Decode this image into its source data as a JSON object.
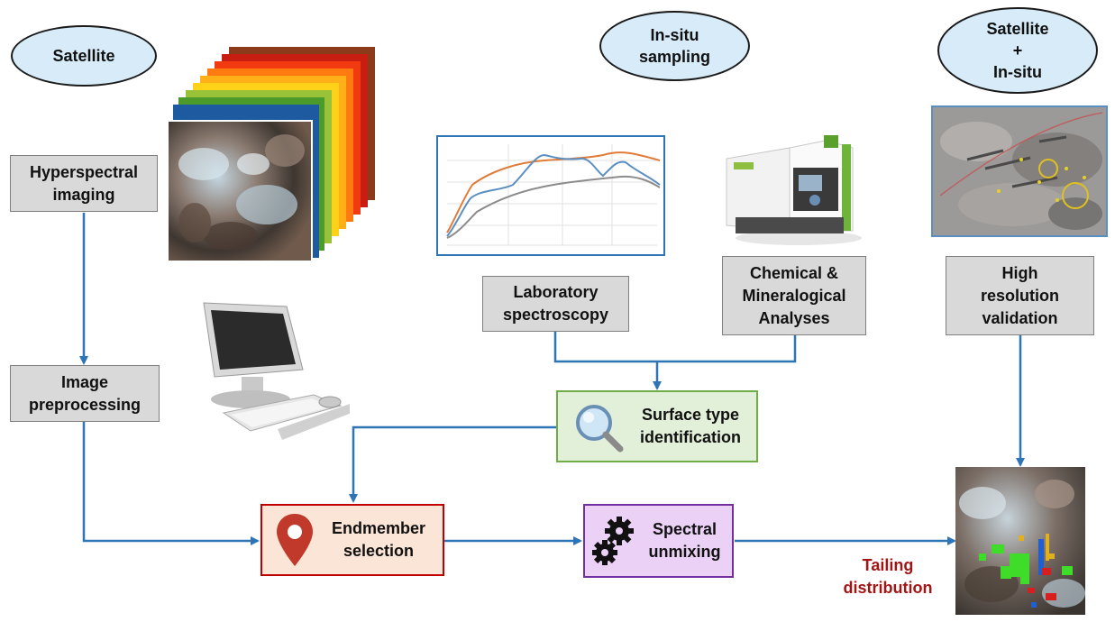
{
  "ovals": {
    "satellite": "Satellite",
    "insitu": "In-situ\nsampling",
    "combined": "Satellite\n+\nIn-situ"
  },
  "boxes": {
    "hyperspectral": "Hyperspectral\nimaging",
    "preprocessing": "Image\npreprocessing",
    "lab_spectroscopy": "Laboratory\nspectroscopy",
    "chem_analyses": "Chemical &\nMineralogical\nAnalyses",
    "validation": "High\nresolution\nvalidation",
    "surface_type": "Surface type\nidentification",
    "endmember": "Endmember\nselection",
    "unmixing": "Spectral\nunmixing"
  },
  "output_label": "Tailing\ndistribution",
  "colors": {
    "arrow": "#2e75b6",
    "oval_fill": "#d7ecf8",
    "gray_box": "#d9d9d9",
    "surface_fill": "#e2f0d9",
    "surface_border": "#70ad47",
    "endmember_fill": "#fbe5d6",
    "endmember_border": "#c00000",
    "unmixing_fill": "#ead1f5",
    "unmixing_border": "#7030a0",
    "output_text": "#a31515"
  },
  "icons": [
    "map-pin-icon",
    "gears-icon",
    "magnifier-icon",
    "computer-icon",
    "spectrometer-icon"
  ]
}
